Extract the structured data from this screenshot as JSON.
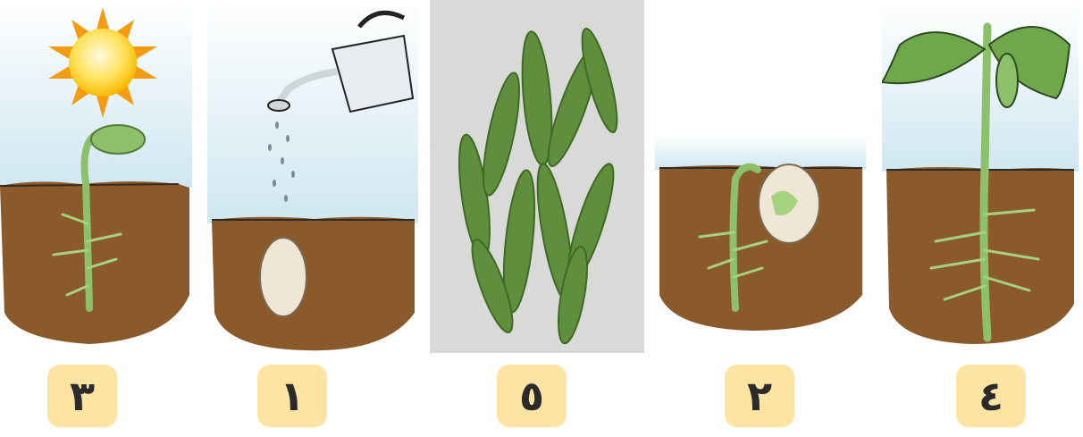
{
  "panels": [
    {
      "id": "panel-sprout-sun",
      "badge": "٣",
      "icon": "sun-icon"
    },
    {
      "id": "panel-watering-seed",
      "badge": "١",
      "icon": "watering-can-icon"
    },
    {
      "id": "panel-pea-pods",
      "badge": "٥",
      "icon": "pea-pods-photo"
    },
    {
      "id": "panel-germinating-seed",
      "badge": "٢",
      "icon": "germinating-seed-icon"
    },
    {
      "id": "panel-young-plant",
      "badge": "٤",
      "icon": "young-plant-icon"
    }
  ],
  "colors": {
    "badge_background": "#fde4a3",
    "soil": "#8b5a2b",
    "sky": "#d6ecf5",
    "plant_green": "#8cc06a",
    "pod_green": "#5f8f3c"
  }
}
